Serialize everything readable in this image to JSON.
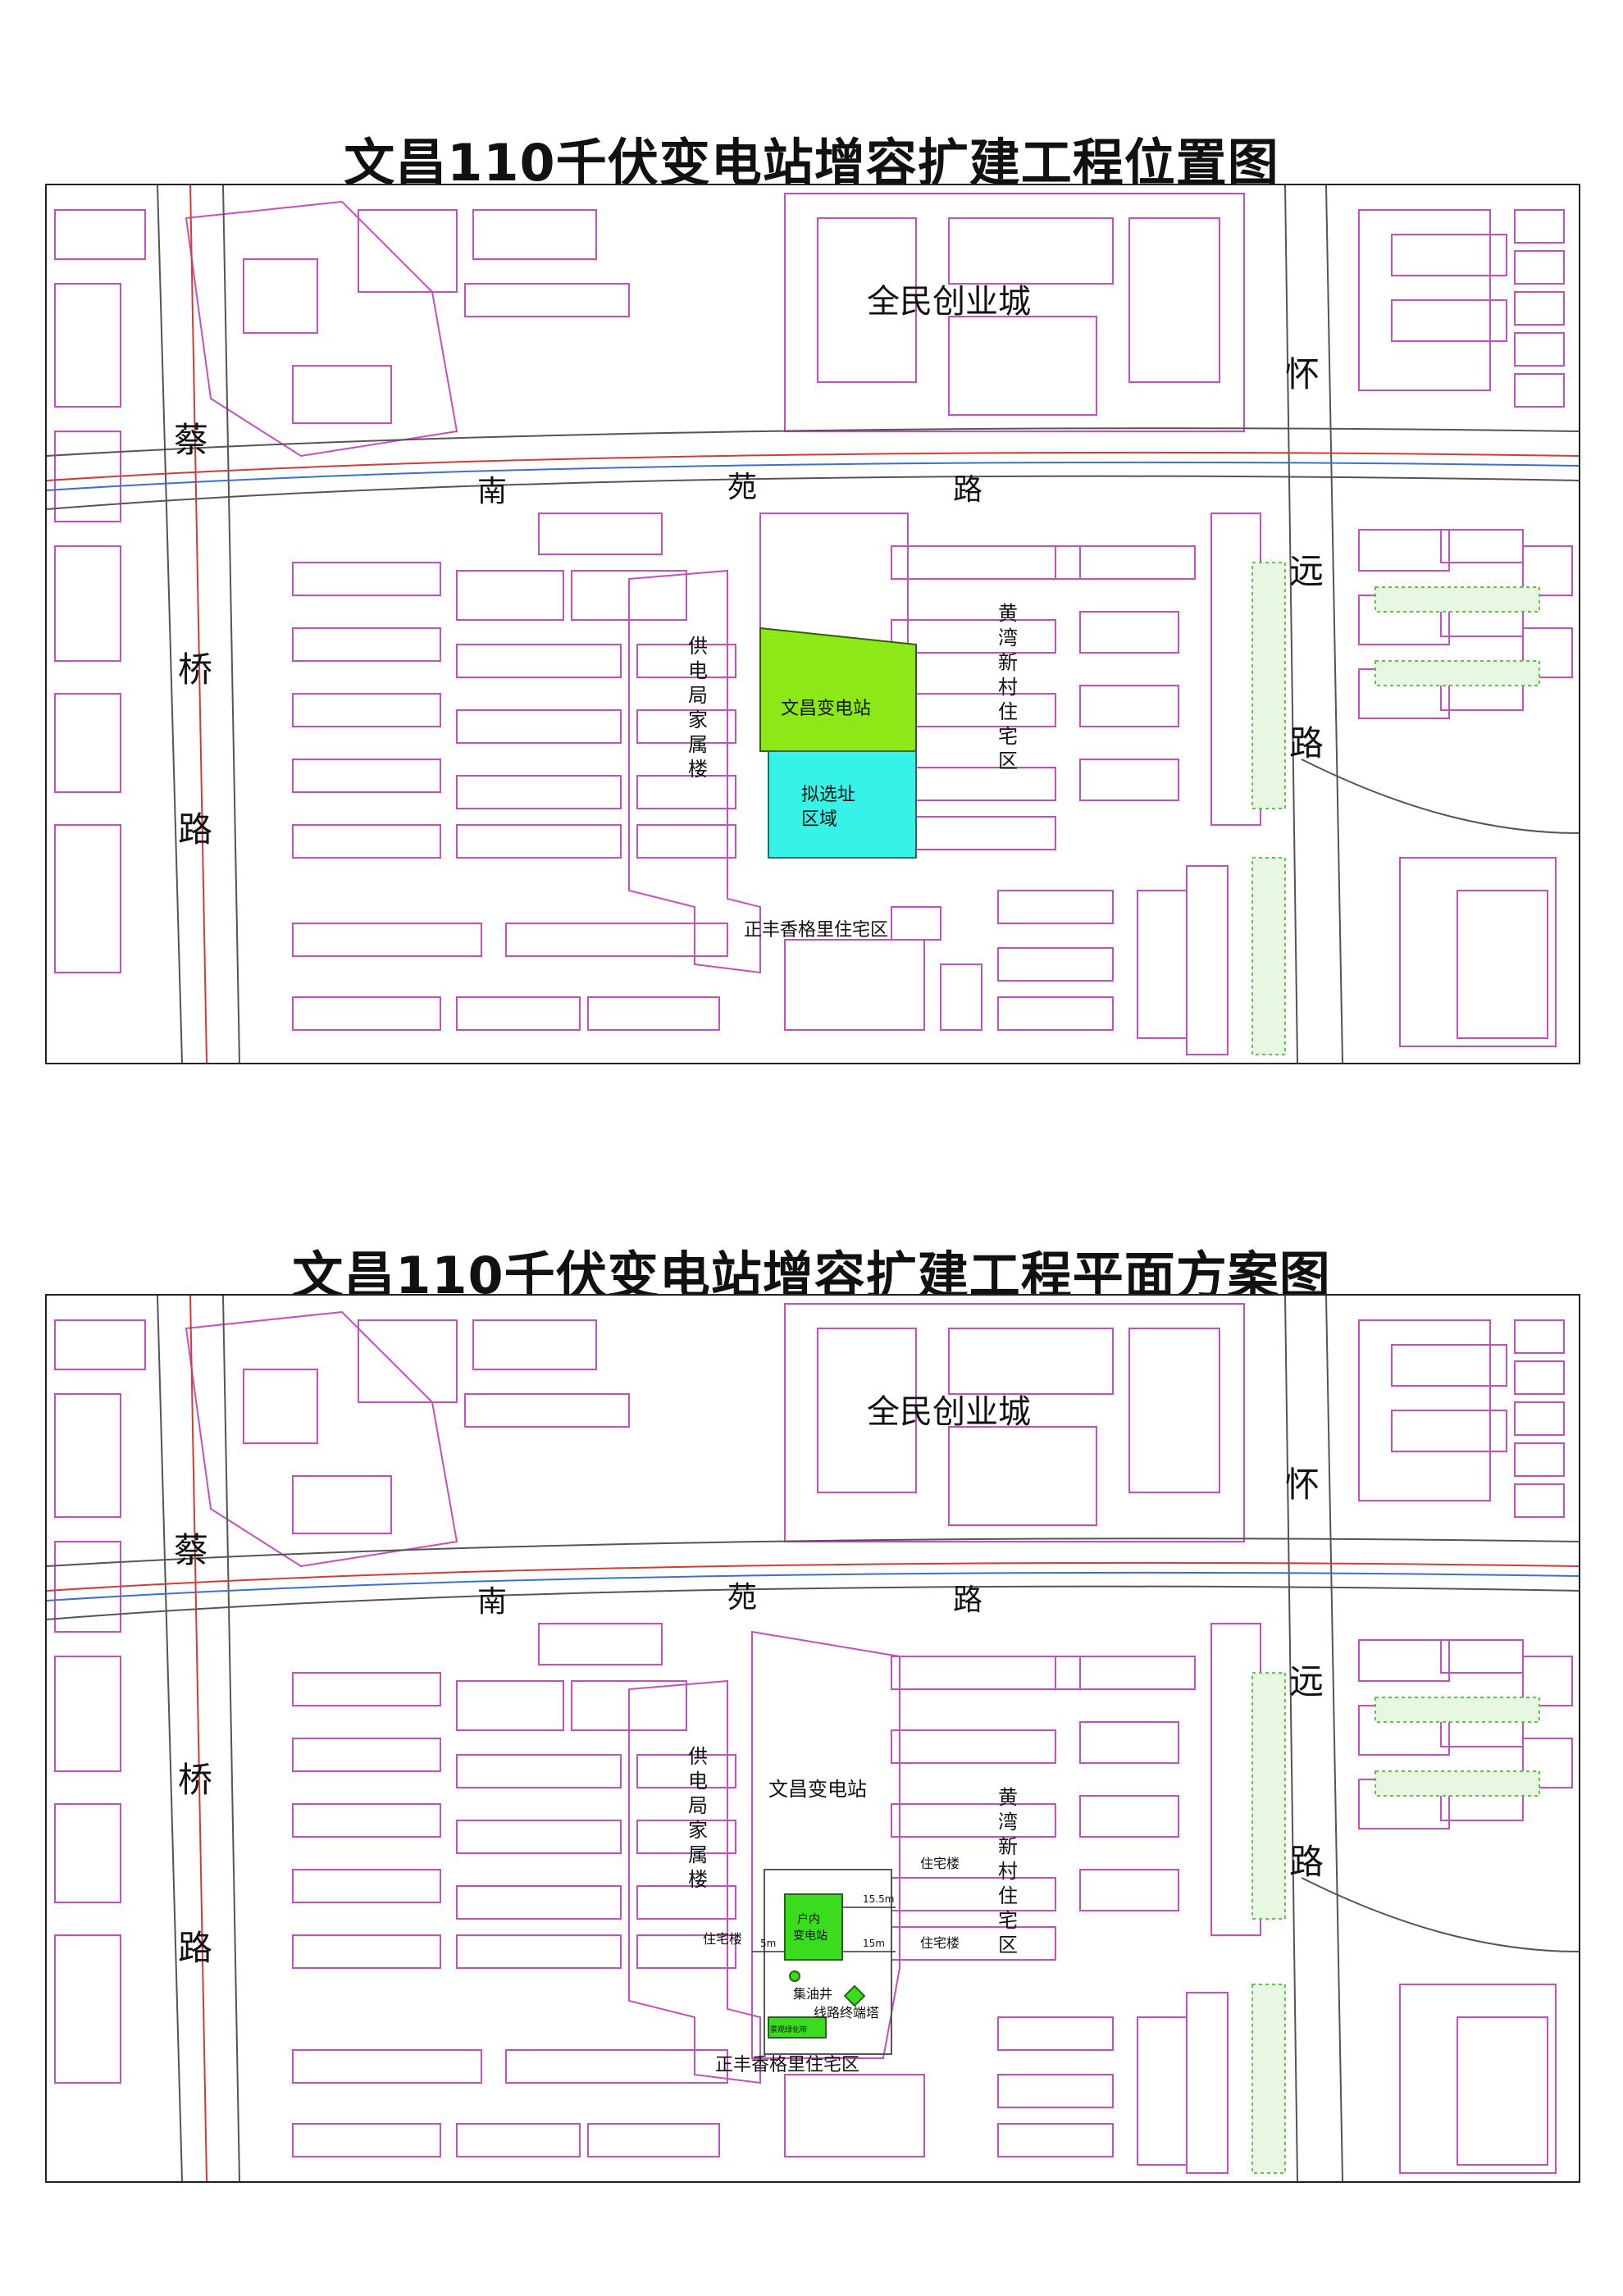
{
  "colors": {
    "building_outline": "#c54fc0",
    "road_line": "#555555",
    "rail_red": "#d23b3b",
    "rail_blue": "#3b6fd2",
    "station_green": "#8ce817",
    "proposed_cyan": "#37f2e7",
    "indoor_green": "#3bdb1d",
    "tree_green": "#5cc84a",
    "text": "#111111"
  },
  "map1": {
    "title": "文昌110千伏变电站增容扩建工程位置图",
    "labels": {
      "quanmin": "全民创业城",
      "cai": "蔡",
      "qiao": "桥",
      "lu_left": "路",
      "nan": "南",
      "yuan_road": "苑",
      "lu_mid": "路",
      "huai": "怀",
      "yuan_far": "远",
      "lu_right": "路",
      "gongdianju": [
        "供",
        "电",
        "局",
        "家",
        "属",
        "楼"
      ],
      "huangwan": [
        "黄",
        "湾",
        "新",
        "村",
        "住",
        "宅",
        "区"
      ],
      "station": "文昌变电站",
      "proposed": [
        "拟选址",
        "区域"
      ],
      "zhengfeng": "正丰香格里住宅区"
    }
  },
  "map2": {
    "title": "文昌110千伏变电站增容扩建工程平面方案图",
    "labels": {
      "quanmin": "全民创业城",
      "cai": "蔡",
      "qiao": "桥",
      "lu_left": "路",
      "nan": "南",
      "yuan_road": "苑",
      "lu_mid": "路",
      "huai": "怀",
      "yuan_far": "远",
      "lu_right": "路",
      "gongdianju": [
        "供",
        "电",
        "局",
        "家",
        "属",
        "楼"
      ],
      "huangwan": [
        "黄",
        "湾",
        "新",
        "村",
        "住",
        "宅",
        "区"
      ],
      "station": "文昌变电站",
      "indoor": [
        "户内",
        "变电站"
      ],
      "residential_1": "住宅楼",
      "residential_2": "住宅楼",
      "residential_3": "住宅楼",
      "oil_well": "集油井",
      "tower": "线路终端塔",
      "small_box": "景观绿化带",
      "dim_1": "15.5m",
      "dim_2": "15m",
      "dim_3": "5m",
      "zhengfeng": "正丰香格里住宅区"
    }
  }
}
